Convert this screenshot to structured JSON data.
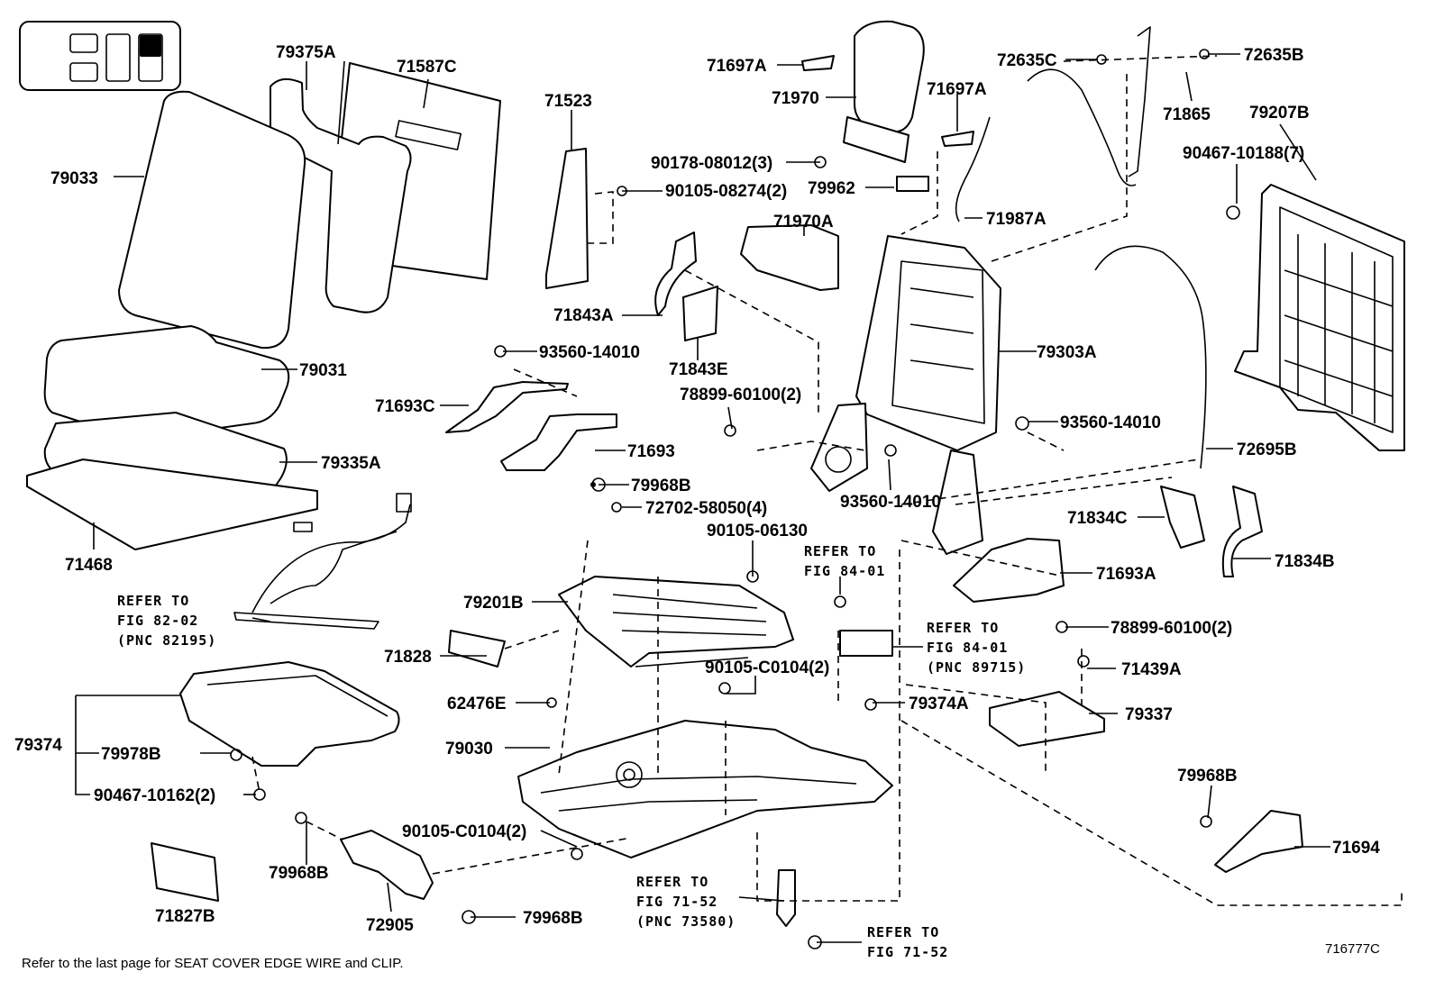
{
  "diagram": {
    "footnote": "Refer to the last page for SEAT COVER EDGE WIRE and CLIP.",
    "illustration_number": "716777C",
    "part_labels": [
      {
        "id": "79375A",
        "text": "79375A"
      },
      {
        "id": "71587C",
        "text": "71587C"
      },
      {
        "id": "79033",
        "text": "79033"
      },
      {
        "id": "79031",
        "text": "79031"
      },
      {
        "id": "79335A",
        "text": "79335A"
      },
      {
        "id": "71468",
        "text": "71468"
      },
      {
        "id": "71523",
        "text": "71523"
      },
      {
        "id": "90105-08274",
        "text": "90105-08274(2)"
      },
      {
        "id": "71843A",
        "text": "71843A"
      },
      {
        "id": "71843E",
        "text": "71843E"
      },
      {
        "id": "93560-14010-a",
        "text": "93560-14010"
      },
      {
        "id": "71693C",
        "text": "71693C"
      },
      {
        "id": "71693",
        "text": "71693"
      },
      {
        "id": "79968B-a",
        "text": "79968B"
      },
      {
        "id": "72702-58050",
        "text": "72702-58050(4)"
      },
      {
        "id": "90105-06130",
        "text": "90105-06130"
      },
      {
        "id": "79201B",
        "text": "79201B"
      },
      {
        "id": "71828",
        "text": "71828"
      },
      {
        "id": "90105-C0104-a",
        "text": "90105-C0104(2)"
      },
      {
        "id": "62476E",
        "text": "62476E"
      },
      {
        "id": "79030",
        "text": "79030"
      },
      {
        "id": "79374",
        "text": "79374"
      },
      {
        "id": "79978B",
        "text": "79978B"
      },
      {
        "id": "90467-10162",
        "text": "90467-10162(2)"
      },
      {
        "id": "79968B-b",
        "text": "79968B"
      },
      {
        "id": "90105-C0104-b",
        "text": "90105-C0104(2)"
      },
      {
        "id": "71827B",
        "text": "71827B"
      },
      {
        "id": "72905",
        "text": "72905"
      },
      {
        "id": "79968B-c",
        "text": "79968B"
      },
      {
        "id": "71697A-a",
        "text": "71697A"
      },
      {
        "id": "71970",
        "text": "71970"
      },
      {
        "id": "71697A-b",
        "text": "71697A"
      },
      {
        "id": "90178-08012",
        "text": "90178-08012(3)"
      },
      {
        "id": "79962",
        "text": "79962"
      },
      {
        "id": "71987A",
        "text": "71987A"
      },
      {
        "id": "71970A",
        "text": "71970A"
      },
      {
        "id": "78899-60100-a",
        "text": "78899-60100(2)"
      },
      {
        "id": "79303A",
        "text": "79303A"
      },
      {
        "id": "93560-14010-b",
        "text": "93560-14010"
      },
      {
        "id": "93560-14010-c",
        "text": "93560-14010"
      },
      {
        "id": "72635C",
        "text": "72635C"
      },
      {
        "id": "72635B",
        "text": "72635B"
      },
      {
        "id": "71865",
        "text": "71865"
      },
      {
        "id": "79207B",
        "text": "79207B"
      },
      {
        "id": "90467-10188",
        "text": "90467-10188(7)"
      },
      {
        "id": "72695B",
        "text": "72695B"
      },
      {
        "id": "71834C",
        "text": "71834C"
      },
      {
        "id": "71834B",
        "text": "71834B"
      },
      {
        "id": "71693A",
        "text": "71693A"
      },
      {
        "id": "78899-60100-b",
        "text": "78899-60100(2)"
      },
      {
        "id": "71439A",
        "text": "71439A"
      },
      {
        "id": "79337",
        "text": "79337"
      },
      {
        "id": "79374A",
        "text": "79374A"
      },
      {
        "id": "79968B-d",
        "text": "79968B"
      },
      {
        "id": "71694",
        "text": "71694"
      }
    ],
    "references": [
      {
        "id": "ref-82-02",
        "lines": [
          "REFER TO",
          "FIG 82-02",
          "(PNC 82195)"
        ]
      },
      {
        "id": "ref-84-01-a",
        "lines": [
          "REFER TO",
          "FIG 84-01"
        ]
      },
      {
        "id": "ref-84-01-b",
        "lines": [
          "REFER TO",
          "FIG 84-01",
          "(PNC 89715)"
        ]
      },
      {
        "id": "ref-71-52-a",
        "lines": [
          "REFER TO",
          "FIG 71-52",
          "(PNC 73580)"
        ]
      },
      {
        "id": "ref-71-52-b",
        "lines": [
          "REFER TO",
          "FIG 71-52"
        ]
      }
    ]
  }
}
